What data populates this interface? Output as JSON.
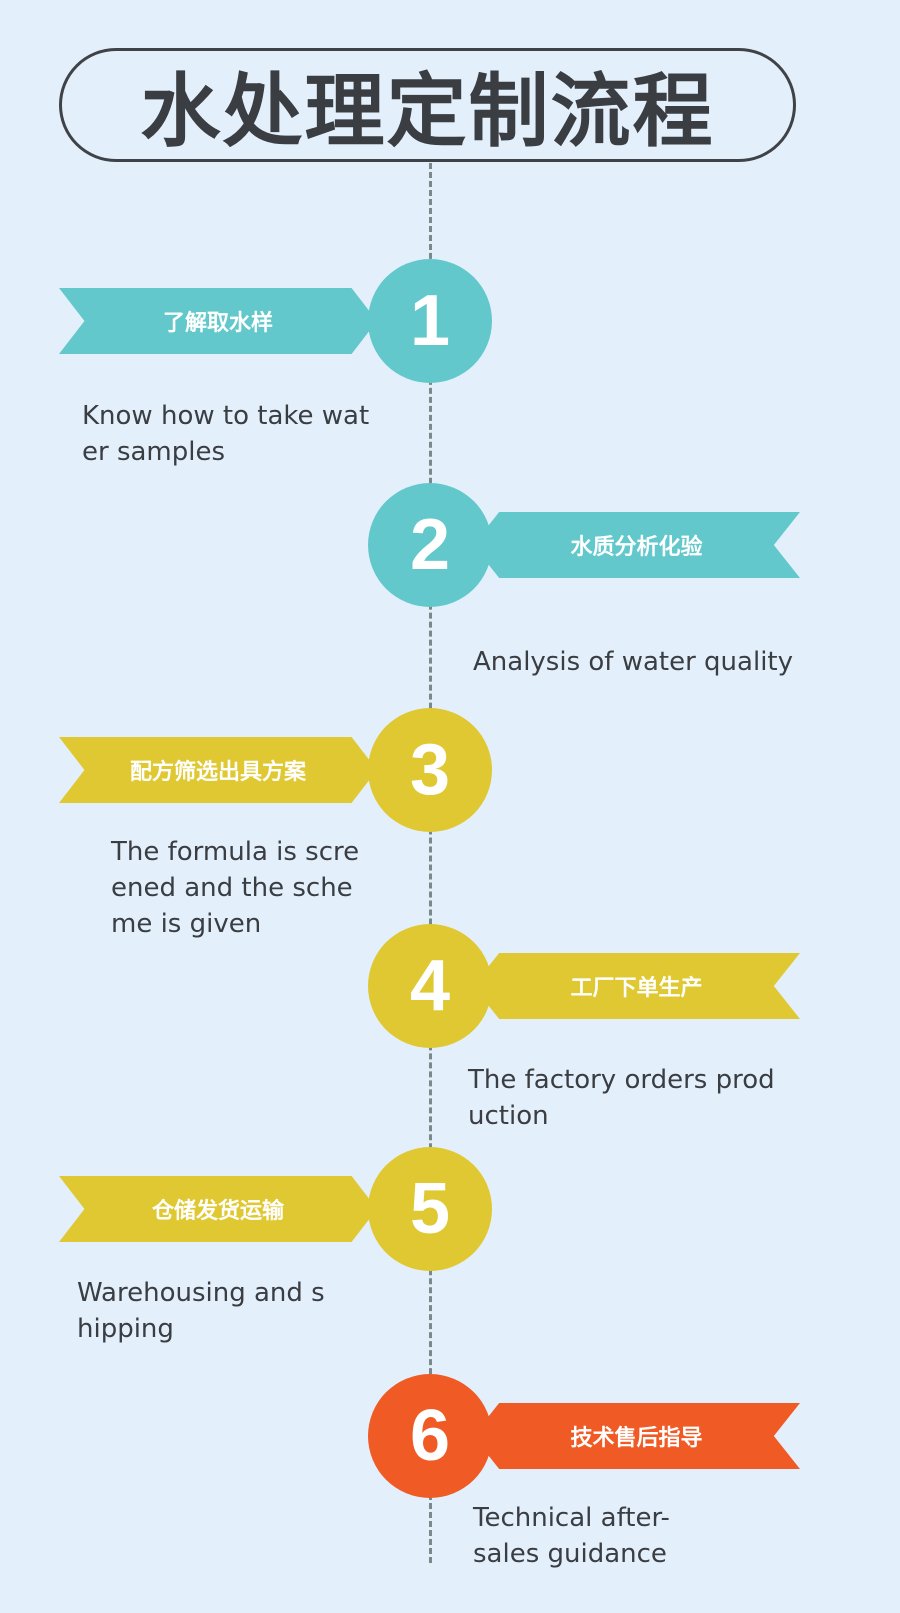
{
  "title": "水处理定制流程",
  "colors": {
    "teal": "#63c8cb",
    "yellow": "#e0c832",
    "orange": "#f05a24",
    "background": "#e3f0fb"
  },
  "steps": [
    {
      "number": "1",
      "label": "了解取水样",
      "description": "Know how to take wat\ner samples"
    },
    {
      "number": "2",
      "label": "水质分析化验",
      "description": "Analysis of water quality"
    },
    {
      "number": "3",
      "label": "配方筛选出具方案",
      "description": "The formula is scre\nened and the sche\nme is given"
    },
    {
      "number": "4",
      "label": "工厂下单生产",
      "description": "The factory orders prod\nuction"
    },
    {
      "number": "5",
      "label": "仓储发货运输",
      "description": "Warehousing and s\nhipping"
    },
    {
      "number": "6",
      "label": "技术售后指导",
      "description": "Technical after-\nsales guidance"
    }
  ]
}
